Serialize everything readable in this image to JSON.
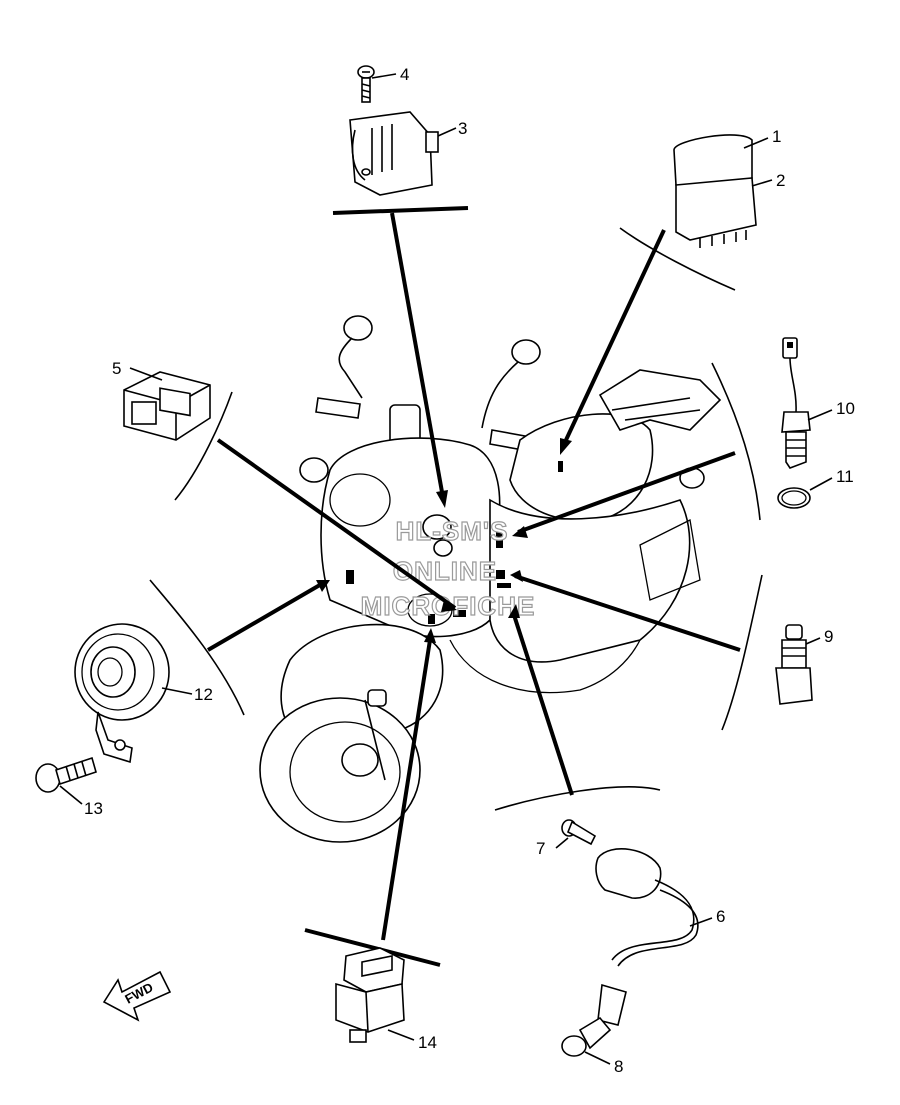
{
  "callouts": {
    "c1": "1",
    "c2": "2",
    "c3": "3",
    "c4": "4",
    "c5": "5",
    "c6": "6",
    "c7": "7",
    "c8": "8",
    "c9": "9",
    "c10": "10",
    "c11": "11",
    "c12": "12",
    "c13": "13",
    "c14": "14"
  },
  "watermark": {
    "line1": "HL-SM'S",
    "line2": "ONLINE",
    "line3": "MICROFICHE"
  },
  "direction_label": "FWD"
}
